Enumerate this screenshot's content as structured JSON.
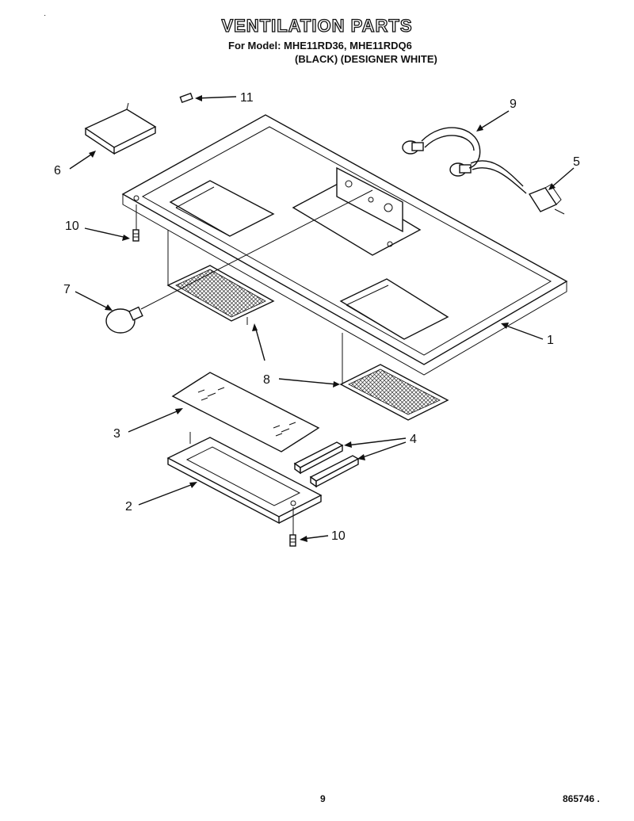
{
  "header": {
    "title": "VENTILATION PARTS",
    "models_line": "For Model: MHE11RD36, MHE11RDQ6",
    "colors_line": "(BLACK) (DESIGNER WHITE)"
  },
  "mark": "·",
  "callouts": [
    "11",
    "9",
    "6",
    "5",
    "10",
    "7",
    "1",
    "8",
    "3",
    "4",
    "2",
    "10"
  ],
  "footer": {
    "page_number": "9",
    "document_number": "865746 ."
  }
}
